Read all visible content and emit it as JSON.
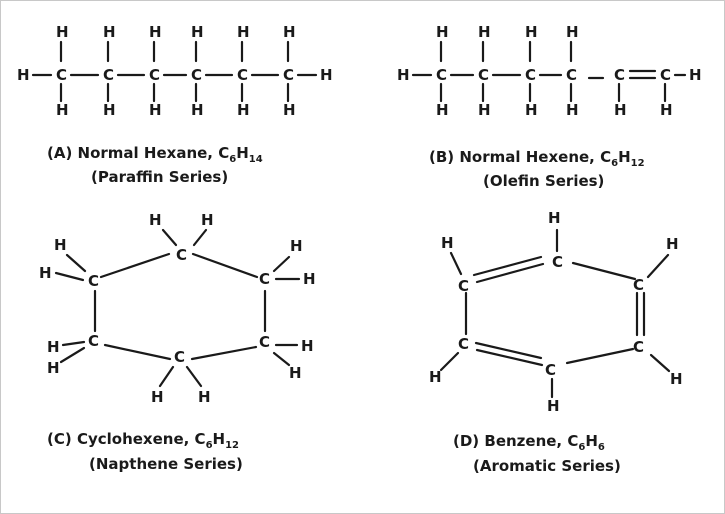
{
  "atoms": {
    "carbon": "C",
    "hydrogen": "H",
    "dash": "–",
    "double_bond": "="
  },
  "panels": {
    "a": {
      "caption_name": "(A) Normal Hexane, C",
      "sub1": "6",
      "caption_h": "H",
      "sub2": "14",
      "series": "(Paraffin Series)"
    },
    "b": {
      "caption_name": "(B) Normal Hexene, C",
      "sub1": "6",
      "caption_h": "H",
      "sub2": "12",
      "series": "(Olefin Series)"
    },
    "c": {
      "caption_name": "(C) Cyclohexene, C",
      "sub1": "6",
      "caption_h": "H",
      "sub2": "12",
      "series": "(Napthene Series)"
    },
    "d": {
      "caption_name": "(D) Benzene, C",
      "sub1": "6",
      "caption_h": "H",
      "sub2": "6",
      "series": "(Aromatic Series)"
    }
  }
}
